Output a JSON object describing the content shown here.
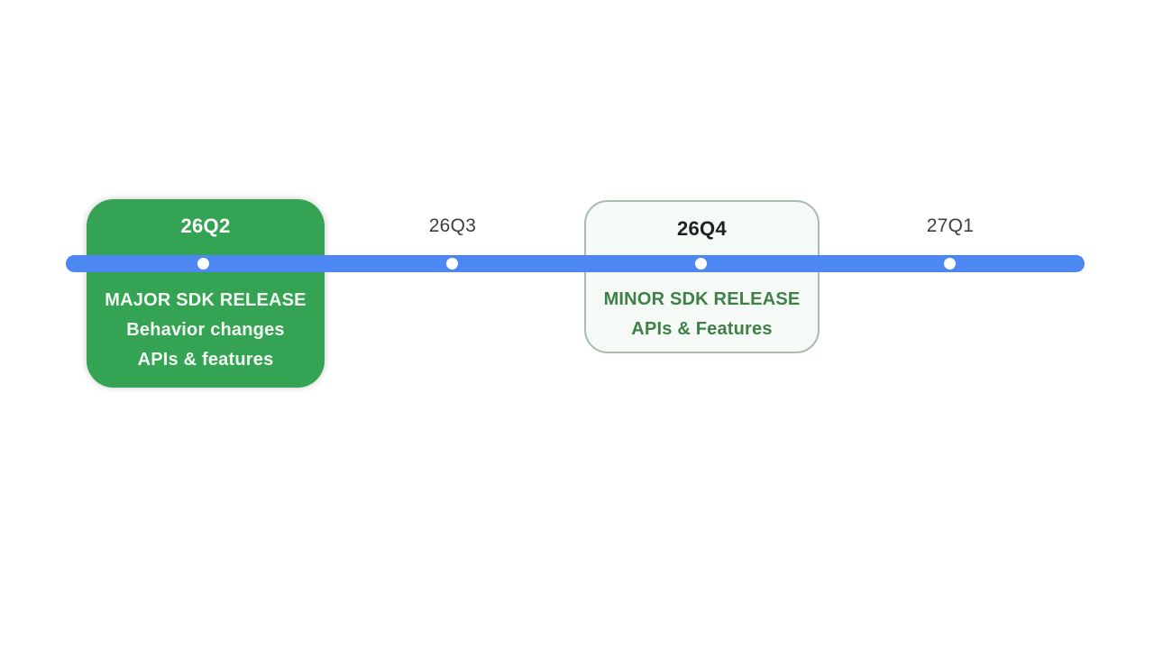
{
  "slide": {
    "description": "SDK release timeline",
    "background_color": "#FFFFFF"
  },
  "colors": {
    "timeline_blue": "#4C87F2",
    "marker_dot_white": "#FFFFFF",
    "major_card_green": "#34A353",
    "major_card_text": "#F3FAF3",
    "minor_card_background": "#F6FAF6",
    "minor_card_border": "#A7BCAC",
    "minor_card_text_green": "#3E8048",
    "minor_card_title_dark": "#202124",
    "quarter_label_gray": "#3C4043"
  },
  "timeline": {
    "quarters": [
      {
        "label": "26Q2",
        "has_card": true,
        "card_type": "major"
      },
      {
        "label": "26Q3",
        "has_card": false,
        "card_type": "none"
      },
      {
        "label": "26Q4",
        "has_card": true,
        "card_type": "minor"
      },
      {
        "label": "27Q1",
        "has_card": false,
        "card_type": "none"
      }
    ],
    "major_card": {
      "title": "26Q2",
      "lines": [
        "MAJOR SDK RELEASE",
        "Behavior changes",
        "APIs & features"
      ]
    },
    "minor_card": {
      "title": "26Q4",
      "lines": [
        "MINOR SDK RELEASE",
        "APIs & Features"
      ]
    }
  }
}
